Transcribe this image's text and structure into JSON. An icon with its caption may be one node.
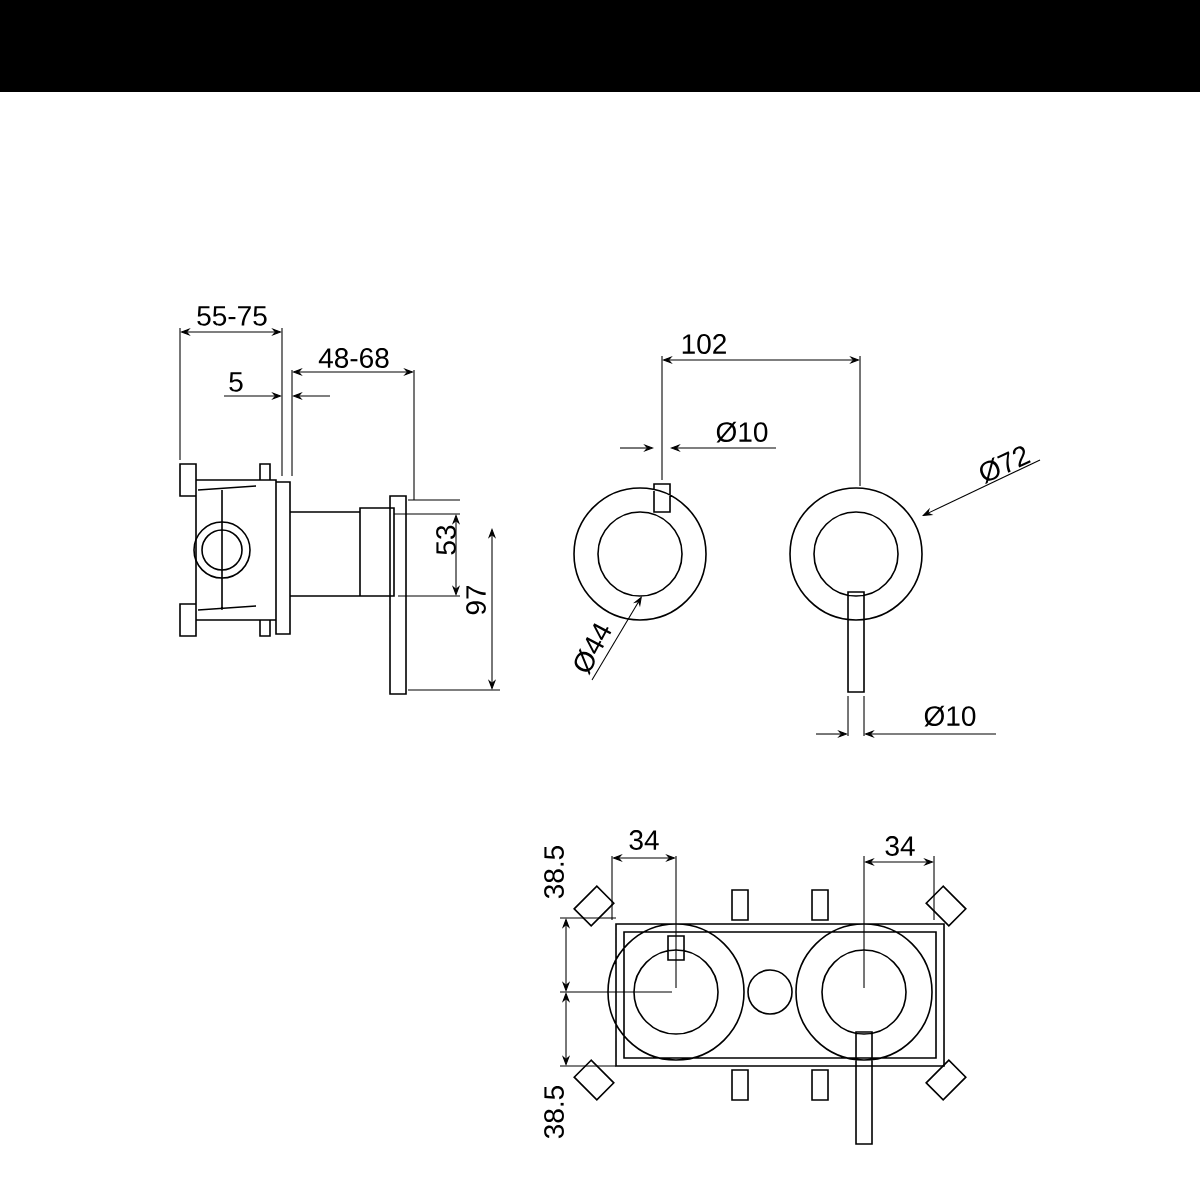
{
  "diagram": {
    "labels": [
      "55-75",
      "48-68",
      "5",
      "102",
      "Ø10",
      "Ø72",
      "53",
      "97",
      "Ø44",
      "Ø10",
      "38.5",
      "34",
      "34",
      "38.5"
    ]
  }
}
